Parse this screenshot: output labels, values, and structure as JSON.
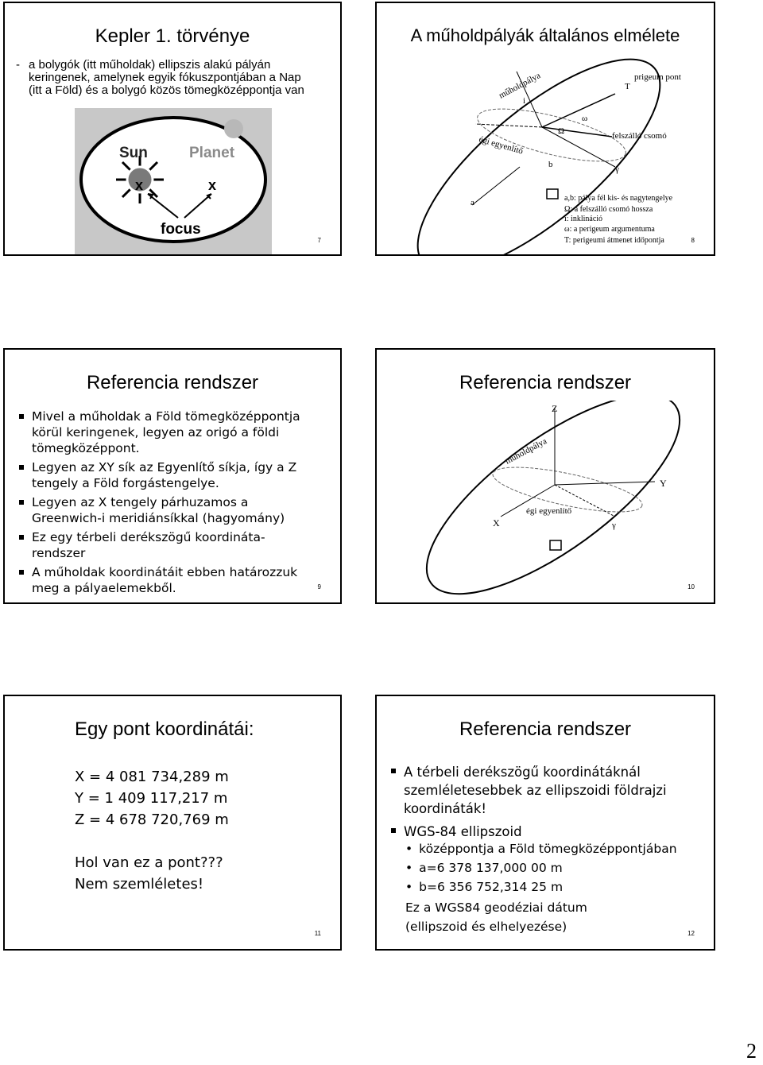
{
  "slide7": {
    "title": "Kepler 1. törvénye",
    "bullet_dash": "-",
    "text_lines": [
      "a bolygók (itt műholdak) ellipszis alakú pályán",
      "keringenek, amelynek egyik fókuszpontjában a Nap",
      "(itt a Föld) és a bolygó közös tömegközéppontja van"
    ],
    "figure": {
      "sun": "Sun",
      "planet": "Planet",
      "x1": "x",
      "x2": "x",
      "focus": "focus"
    },
    "number": "7"
  },
  "slide8": {
    "title": "A műholdpályák általános elmélete",
    "labels": {
      "orbit": "műholdpálya",
      "perigee": "prigeum pont",
      "T": "T",
      "i": "i",
      "omega": "ω",
      "Omega": "Ω",
      "node": "felszálló csomó",
      "equator": "égi egyenlítő",
      "b": "b",
      "gamma": "γ",
      "a": "a"
    },
    "legend": [
      "a,b: pálya fél kis- és nagytengelye",
      "Ω: a felszálló csomó hossza",
      "i: inklináció",
      "ω: a perigeum argumentuma",
      "T: perigeumi átmenet időpontja"
    ],
    "number": "8"
  },
  "slide9": {
    "title": "Referencia rendszer",
    "bullets": [
      [
        "Mivel a műholdak a Föld tömegközéppontja",
        "körül keringenek, legyen az origó a földi",
        "tömegközéppont."
      ],
      [
        "Legyen az XY sík az Egyenlítő síkja, így a Z",
        "tengely a Föld forgástengelye."
      ],
      [
        "Legyen az X tengely párhuzamos a",
        "Greenwich-i meridiánsíkkal (hagyomány)"
      ],
      [
        "Ez egy térbeli derékszögű koordináta-",
        "rendszer"
      ],
      [
        "A műholdak koordinátáit ebben határozzuk",
        "meg a pályaelemekből."
      ]
    ],
    "number": "9"
  },
  "slide10": {
    "title": "Referencia rendszer",
    "labels": {
      "Z": "Z",
      "Y": "Y",
      "X": "X",
      "orbit": "műholdpálya",
      "equator": "égi egyenlítő",
      "gamma": "γ"
    },
    "number": "10"
  },
  "slide11": {
    "title": "Egy pont koordinátái:",
    "coords": [
      "X = 4 081 734,289 m",
      "Y = 1 409 117,217 m",
      "Z = 4 678 720,769 m"
    ],
    "question": [
      "Hol van ez a pont???",
      "Nem szemléletes!"
    ],
    "number": "11"
  },
  "slide12": {
    "title": "Referencia rendszer",
    "bullet1": [
      "A térbeli derékszögű koordinátáknál",
      "szemléletesebbek az ellipszoidi földrajzi",
      "koordináták!"
    ],
    "bullet2": "WGS-84 ellipszoid",
    "sub": [
      "középpontja a Föld tömegközéppontjában",
      "a=6 378 137,000 00 m",
      "b=6 356 752,314 25 m"
    ],
    "notes": [
      "Ez a WGS84 geodéziai dátum",
      "(ellipszoid és elhelyezése)"
    ],
    "number": "12"
  },
  "page_number": "2"
}
